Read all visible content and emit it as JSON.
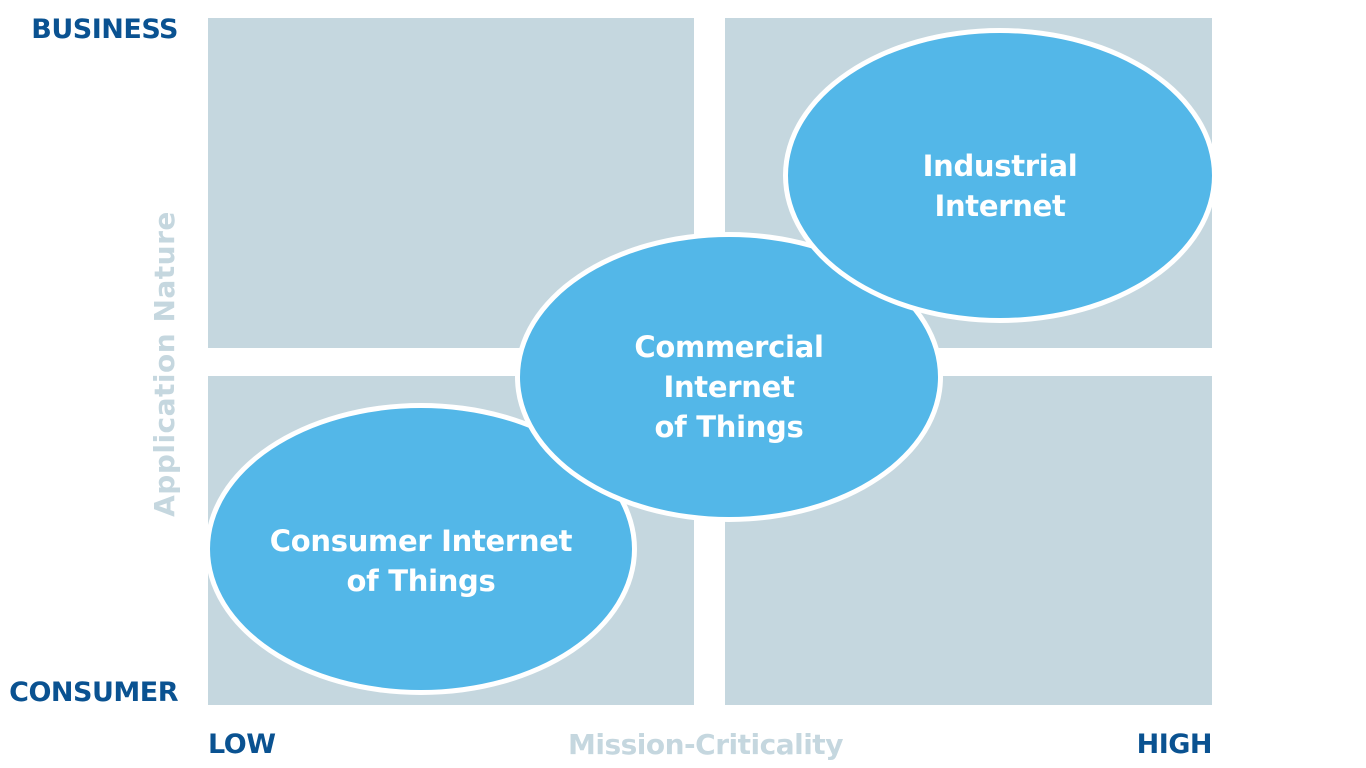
{
  "diagram": {
    "y_axis": {
      "title": "Application Nature",
      "top_label": "BUSINESS",
      "bottom_label": "CONSUMER"
    },
    "x_axis": {
      "title": "Mission-Criticality",
      "left_label": "LOW",
      "right_label": "HIGH"
    },
    "ellipses": {
      "consumer": "Consumer Internet\nof Things",
      "commercial": "Commercial\nInternet\nof Things",
      "industrial": "Industrial\nInternet"
    }
  },
  "colors": {
    "quadrant": "#c5d7df",
    "ellipse": "#53b7e8",
    "axis_end_text": "#0a5291",
    "axis_title_text": "#c5d7df"
  }
}
